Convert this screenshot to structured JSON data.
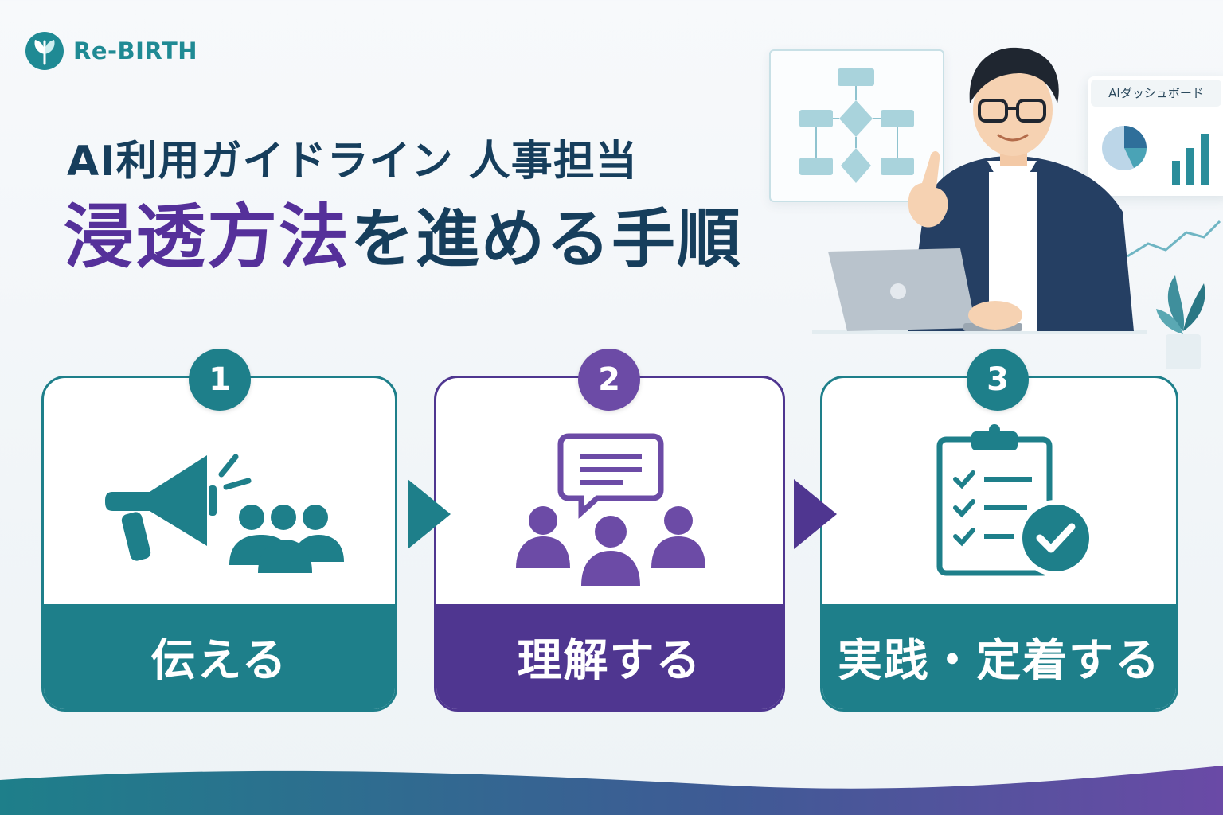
{
  "brand": {
    "name": "Re-BIRTH",
    "logo_icon": "leaf-logo-icon"
  },
  "headline": {
    "line1": "AI利用ガイドライン 人事担当",
    "line2_accent": "浸透方法",
    "line2_rest": "を進める手順"
  },
  "illustration": {
    "dashboard_label": "AIダッシュボード"
  },
  "steps": [
    {
      "number": "1",
      "label": "伝える",
      "icon": "megaphone-group-icon"
    },
    {
      "number": "2",
      "label": "理解する",
      "icon": "discussion-group-icon"
    },
    {
      "number": "3",
      "label": "実践・定着する",
      "icon": "checklist-clipboard-icon"
    }
  ],
  "colors": {
    "teal": "#1e7f8a",
    "purple": "#4f3690",
    "navy": "#163e5c"
  }
}
